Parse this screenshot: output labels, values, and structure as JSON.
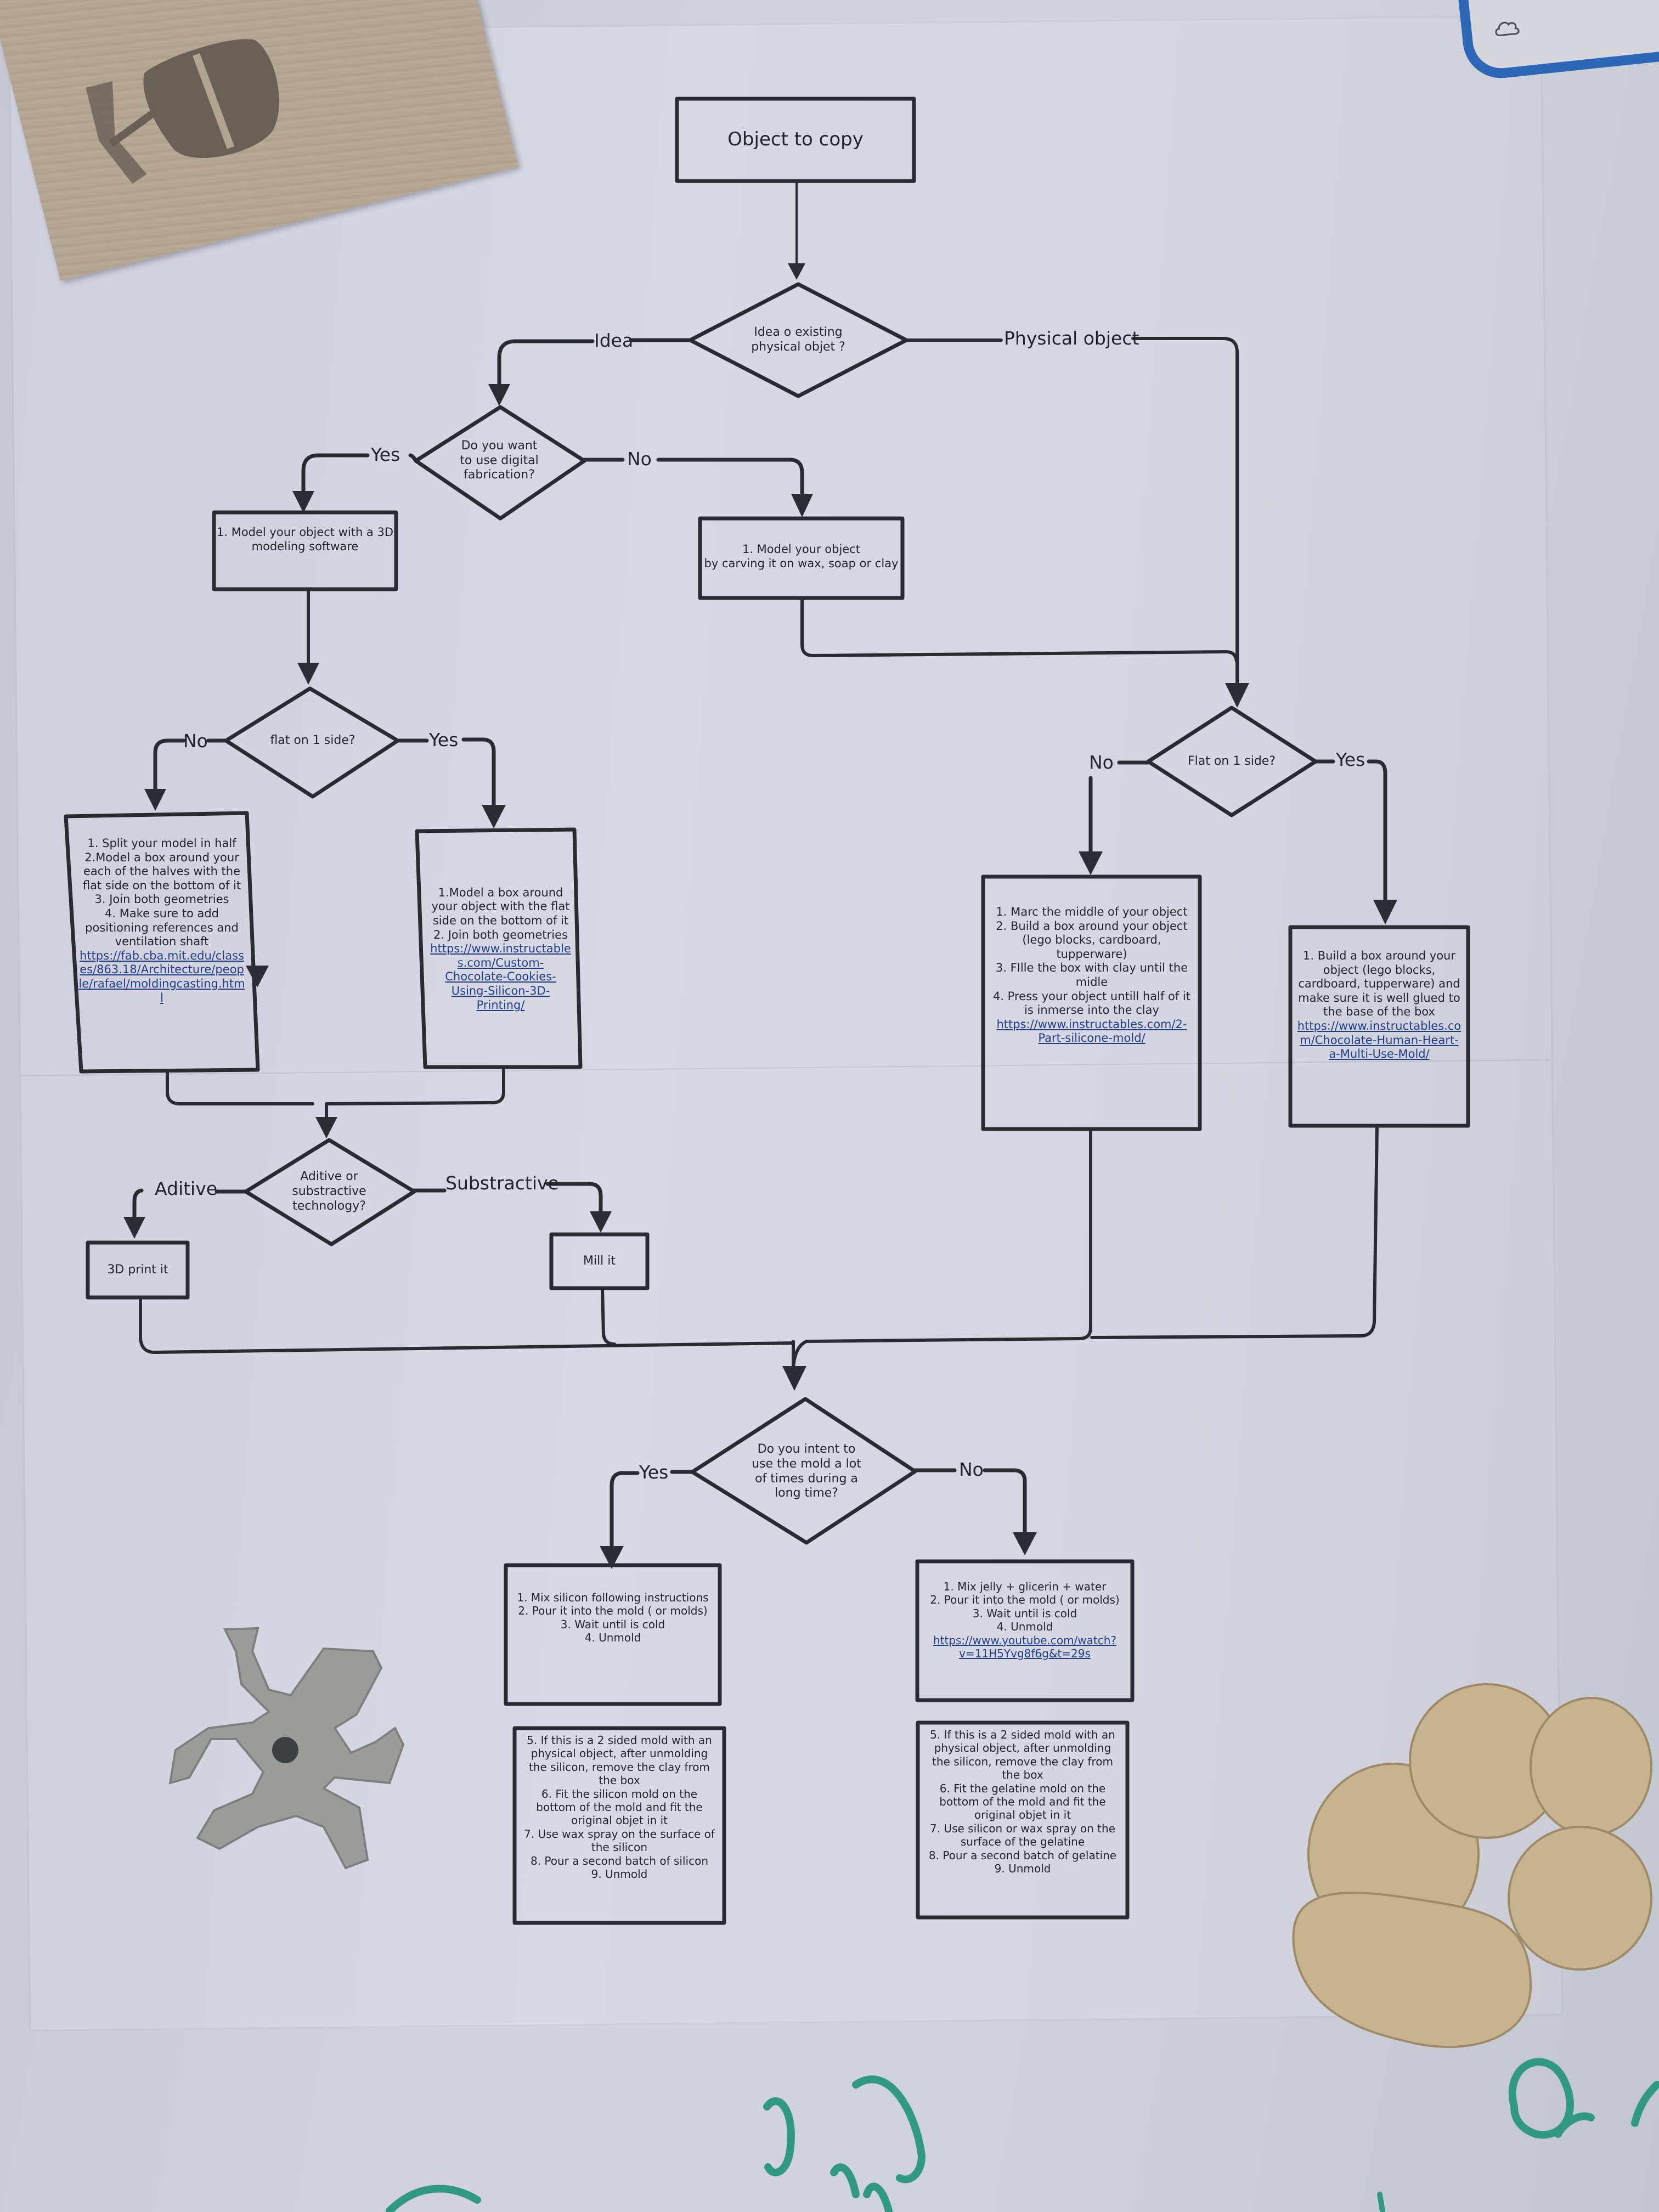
{
  "scene": {
    "description": "Printed flowchart about molding and casting taped on a whiteboard",
    "background_objects": [
      {
        "name": "engraved-wood-plaque",
        "label": "Laser engraved wood piece"
      },
      {
        "name": "blue-sticker",
        "label": "Blue bordered sticker with cloud icon"
      },
      {
        "name": "gray-3d-printed-shape",
        "label": "Gray four-armed 3D printed object"
      },
      {
        "name": "plaster-paw-cast",
        "label": "Plaster paw cast"
      },
      {
        "name": "green-marker-doodles",
        "label": "Green marker doodles"
      }
    ]
  },
  "flowchart": {
    "start": {
      "text": "Object to copy"
    },
    "q_idea_or_physical": {
      "lines": [
        "Idea o existing",
        "physical objet ?"
      ]
    },
    "edge_idea": "Idea",
    "edge_physical": "Physical object",
    "q_digital_fab": {
      "lines": [
        "Do you want",
        "to use digital",
        "fabrication?"
      ]
    },
    "edge_digital_yes": "Yes",
    "edge_digital_no": "No",
    "box_model_3d": {
      "lines": [
        "1. Model your object with a 3D",
        "modeling software"
      ]
    },
    "box_carve": {
      "lines": [
        "1. Model your object",
        "by carving it on wax, soap or clay"
      ]
    },
    "q_flat_digital": {
      "lines": [
        "flat on 1 side?"
      ]
    },
    "edge_flat_digital_no": "No",
    "edge_flat_digital_yes": "Yes",
    "box_split": {
      "lines": [
        "1. Split your model in half",
        "2.Model a box around your",
        "each of the halves with the",
        "flat side on the bottom of it",
        "3. Join both geometries",
        "4. Make sure to add",
        "positioning references and",
        "ventilation shaft"
      ],
      "link_lines": [
        "https://fab.cba.mit.edu/class",
        "es/863.18/Architecture/peop",
        "le/rafael/moldingcasting.htm",
        "l"
      ]
    },
    "box_model_flat": {
      "lines": [
        "1.Model a box around",
        "your object with the flat",
        "side on the bottom of it",
        "2. Join both geometries"
      ],
      "link_lines": [
        "https://www.instructable",
        "s.com/Custom-",
        "Chocolate-Cookies-",
        "Using-Silicon-3D-",
        "Printing/"
      ]
    },
    "q_additive": {
      "lines": [
        "Aditive or",
        "substractive",
        "technology?"
      ]
    },
    "edge_additive": "Aditive",
    "edge_subtractive": "Substractive",
    "box_3d_print": {
      "text": "3D print it"
    },
    "box_mill": {
      "text": "Mill it"
    },
    "q_flat_physical": {
      "lines": [
        "Flat on 1 side?"
      ]
    },
    "edge_flat_physical_no": "No",
    "edge_flat_physical_yes": "Yes",
    "box_clay_half": {
      "lines": [
        "1. Marc the middle of your object",
        "2. Build a box around your object",
        "(lego blocks, cardboard,",
        "tupperware)",
        "3. FIlle the box with clay until the",
        "midle",
        "4. Press your object untill half of it",
        "is inmerse into the clay"
      ],
      "link_lines": [
        "https://www.instructables.com/2-",
        "Part-silicone-mold/"
      ]
    },
    "box_glue_base": {
      "lines": [
        "1. Build a box around your",
        "object (lego blocks,",
        "cardboard, tupperware) and",
        "make sure it is well glued to",
        "the base of the box"
      ],
      "link_lines": [
        "https://www.instructables.co",
        "m/Chocolate-Human-Heart-",
        "a-Multi-Use-Mold/"
      ]
    },
    "q_long_use": {
      "lines": [
        "Do you intent to",
        "use the mold a lot",
        "of times during a",
        "long time?"
      ]
    },
    "edge_long_yes": "Yes",
    "edge_long_no": "No",
    "box_silicon": {
      "lines": [
        "1. Mix silicon following instructions",
        "2. Pour it into the mold ( or molds)",
        "3. Wait until is cold",
        "4. Unmold"
      ]
    },
    "box_jelly": {
      "lines": [
        "1. Mix jelly + glicerin + water",
        "2. Pour it into the mold ( or molds)",
        "3. Wait until is cold",
        "4. Unmold"
      ],
      "link_lines": [
        "https://www.youtube.com/watch?",
        "v=11H5Yvg8f6g&t=29s"
      ]
    },
    "box_silicon_2": {
      "lines": [
        "5. If this is a 2 sided mold with an",
        "physical object, after unmolding",
        "the silicon, remove the clay from",
        "the box",
        "6. Fit the silicon mold on the",
        "bottom of the mold and fit the",
        "original objet in it",
        "7. Use wax spray on the surface of",
        "the silicon",
        "8. Pour a second batch of silicon",
        "9. Unmold"
      ]
    },
    "box_gelatine_2": {
      "lines": [
        "5. If this is a 2 sided mold with an",
        "physical object, after unmolding",
        "the silicon, remove the clay from",
        "the box",
        "6. Fit the gelatine mold on the",
        "bottom of the mold and fit the",
        "original objet in it",
        "7. Use silicon or wax spray on the",
        "surface of the gelatine",
        "8. Pour a second batch of gelatine",
        "9. Unmold"
      ]
    }
  },
  "colors": {
    "ink": "#26272d",
    "link": "#1f3f86",
    "marker_green": "#2f9a7f",
    "sticker_blue": "#2d68b8",
    "wood": "#b3a491",
    "paw": "#c8b48e",
    "printed_part": "#9a9b98"
  }
}
